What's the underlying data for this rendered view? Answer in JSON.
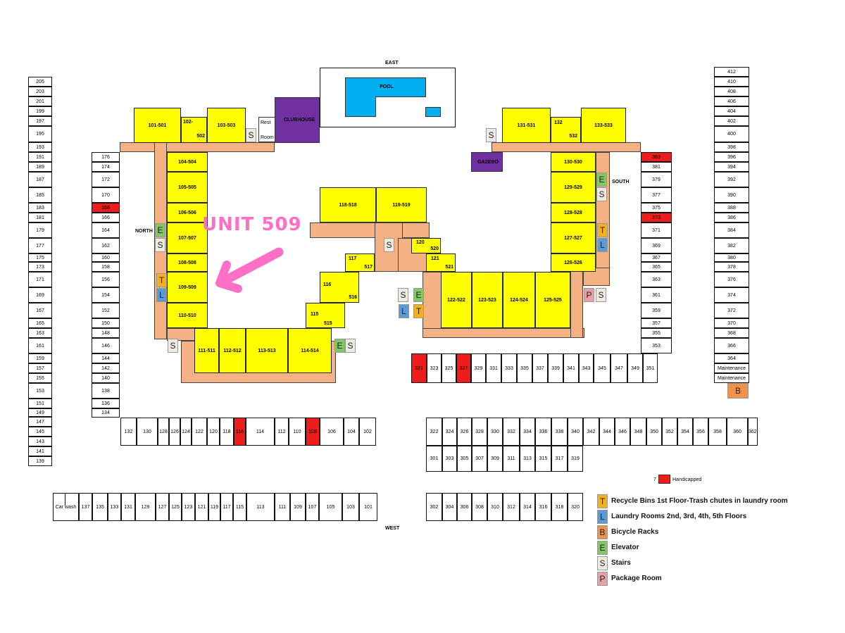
{
  "compass": {
    "east": "EAST",
    "west": "WEST",
    "north": "NORTH",
    "south": "SOUTH"
  },
  "amenities": {
    "pool": "POOL",
    "clubhouse": "CLUBHOUSE",
    "gazebo": "GAZEBO",
    "restroom_1": "Rest",
    "restroom_2": "Room",
    "carwash": "Car wash"
  },
  "callout": "UNIT 509",
  "colors": {
    "building": "#ffff00",
    "walkway": "#f4b183",
    "pool": "#00b0f0",
    "clubhouse": "#7030a0",
    "handicapped": "#ee1c1c",
    "callout": "#ff6ec7"
  },
  "buildings": {
    "b101": "101-501",
    "b102a": "102-",
    "b102b": "502",
    "b103": "103-503",
    "b104": "104-504",
    "b105": "105-505",
    "b106": "106-506",
    "b107": "107-507",
    "b108": "108-508",
    "b109": "109-509",
    "b110": "110-510",
    "b111": "111-511",
    "b112": "112-512",
    "b113": "113-513",
    "b114": "114-514",
    "b115a": "115",
    "b115b": "515",
    "b116a": "116",
    "b116b": "516",
    "b117a": "117",
    "b117b": "517",
    "b118": "118-518",
    "b119": "119-519",
    "b120a": "120",
    "b120b": "520",
    "b121a": "121",
    "b121b": "521",
    "b122": "122-522",
    "b123": "123-523",
    "b124": "124-524",
    "b125": "125-525",
    "b126": "126-526",
    "b127": "127-527",
    "b128": "128-528",
    "b129": "129-529",
    "b130": "130-530",
    "b131": "131-531",
    "b132a": "132",
    "b132b": "532",
    "b133": "133-533"
  },
  "garages": {
    "far_left": [
      "205",
      "203",
      "201",
      "199",
      "197",
      "195",
      "193",
      "191",
      "189",
      "187",
      "185",
      "183",
      "181",
      "179",
      "177",
      "175",
      "173",
      "171",
      "169",
      "167",
      "165",
      "163",
      "161",
      "159",
      "157",
      "155",
      "153",
      "151",
      "149",
      "147",
      "145",
      "143",
      "141",
      "139"
    ],
    "left_inner": [
      "176",
      "174",
      "172",
      "170",
      "168",
      "166",
      "164",
      "162",
      "160",
      "158",
      "156",
      "154",
      "152",
      "150",
      "148",
      "146",
      "144",
      "142",
      "140",
      "138",
      "136",
      "134"
    ],
    "row_west_upper": [
      "132",
      "130",
      "128",
      "126",
      "124",
      "122",
      "120",
      "118",
      "116",
      "114",
      "112",
      "110",
      "108",
      "106",
      "104",
      "102"
    ],
    "row_west_lower": [
      "Car wash",
      "137",
      "135",
      "133",
      "131",
      "129",
      "127",
      "125",
      "123",
      "121",
      "119",
      "117",
      "115",
      "113",
      "111",
      "109",
      "107",
      "105",
      "103",
      "101"
    ],
    "row_3xx_upper": [
      "321",
      "323",
      "325",
      "327",
      "329",
      "331",
      "333",
      "335",
      "337",
      "339",
      "341",
      "343",
      "345",
      "347",
      "349",
      "351"
    ],
    "row_3xx_mid": [
      "322",
      "324",
      "326",
      "328",
      "330",
      "332",
      "334",
      "336",
      "338",
      "340",
      "342",
      "344",
      "346",
      "348",
      "350",
      "352",
      "354",
      "356",
      "358",
      "360",
      "362"
    ],
    "row_3xx_mid2": [
      "301",
      "303",
      "305",
      "307",
      "309",
      "311",
      "313",
      "315",
      "317",
      "319"
    ],
    "row_3xx_lower": [
      "302",
      "304",
      "306",
      "308",
      "310",
      "312",
      "314",
      "316",
      "318",
      "320"
    ],
    "right_inner": [
      "383",
      "381",
      "379",
      "377",
      "375",
      "373",
      "371",
      "369",
      "367",
      "365",
      "363",
      "361",
      "359",
      "357",
      "355",
      "353"
    ],
    "far_right": [
      "412",
      "410",
      "408",
      "406",
      "404",
      "402",
      "400",
      "398",
      "396",
      "394",
      "392",
      "390",
      "388",
      "386",
      "384",
      "382",
      "380",
      "378",
      "376",
      "374",
      "372",
      "370",
      "368",
      "366",
      "364",
      "Maintenance",
      "Maintenance"
    ]
  },
  "handicapped_units": [
    "168",
    "116",
    "108",
    "321",
    "327",
    "383",
    "373"
  ],
  "legend": {
    "handicapped_num": "7",
    "handicapped": "Handicapped",
    "items": [
      {
        "code": "T",
        "text": "Recycle Bins 1st Floor-Trash chutes in laundry room"
      },
      {
        "code": "L",
        "text": "Laundry Rooms 2nd, 3rd, 4th, 5th Floors"
      },
      {
        "code": "B",
        "text": "Bicycle Racks"
      },
      {
        "code": "E",
        "text": "Elevator"
      },
      {
        "code": "S",
        "text": "Stairs"
      },
      {
        "code": "P",
        "text": "Package Room"
      }
    ]
  }
}
